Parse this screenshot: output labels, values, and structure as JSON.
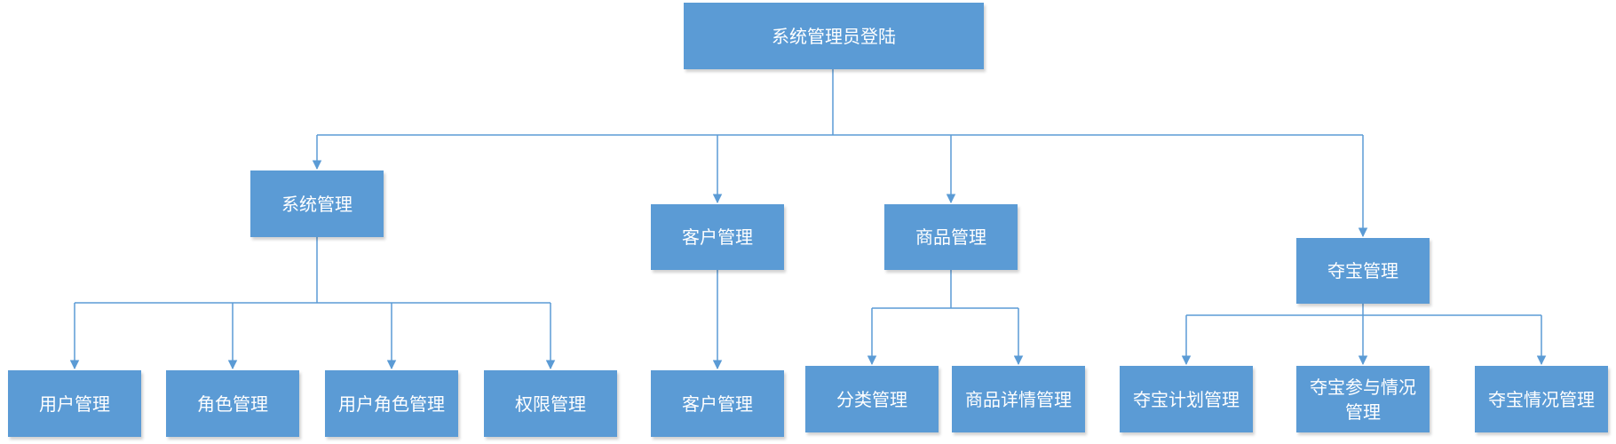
{
  "colors": {
    "box_fill": "#5b9bd5",
    "connector": "#5b9bd5",
    "text": "#ffffff"
  },
  "nodes": {
    "root": "系统管理员登陆",
    "system": "系统管理",
    "customer": "客户管理",
    "product": "商品管理",
    "treasure": "夺宝管理",
    "user_mgmt": "用户管理",
    "role_mgmt": "角色管理",
    "user_role_mgmt": "用户角色管理",
    "permission_mgmt": "权限管理",
    "customer_mgmt": "客户管理",
    "category_mgmt": "分类管理",
    "product_detail_mgmt": "商品详情管理",
    "treasure_plan_mgmt": "夺宝计划管理",
    "treasure_participation_line1": "夺宝参与情况",
    "treasure_participation_line2": "管理",
    "treasure_status_mgmt": "夺宝情况管理"
  }
}
